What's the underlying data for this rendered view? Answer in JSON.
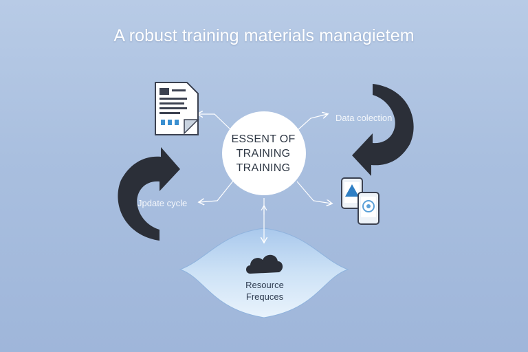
{
  "title": "A robust training materials managietem",
  "center": {
    "line1": "ESSENT OF",
    "line2": "TRAINING",
    "line3": "TRAINING"
  },
  "labels": {
    "data_collection": "Data colection",
    "update_cycle": "Jpdate cycle"
  },
  "resource": {
    "line1": "Resource",
    "line2": "Frequces"
  },
  "icons": {
    "document": "document-icon",
    "devices": "mobile-devices-icon",
    "cloud": "cloud-icon",
    "arrow_left": "curved-arrow-icon",
    "arrow_right": "curved-arrow-icon"
  },
  "colors": {
    "background": "#a9bfdf",
    "center_circle": "#ffffff",
    "arrows": "#2b2f38",
    "resource_blob": "#cfe2f6"
  }
}
